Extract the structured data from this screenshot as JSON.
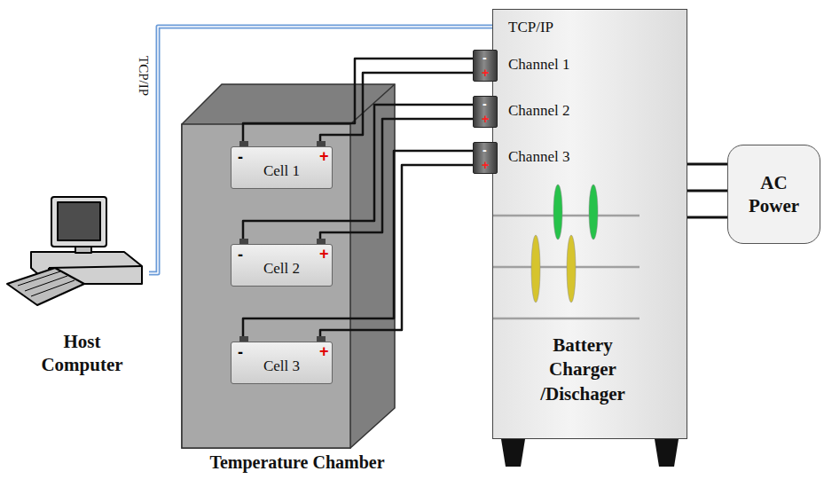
{
  "diagram": {
    "nodes": [
      {
        "text": [
          "Host Computer"
        ]
      },
      {
        "text": [
          "Temperature Chamber"
        ]
      },
      {
        "text": [
          "Cell 1"
        ],
        "in": 1
      },
      {
        "text": [
          "Cell 2"
        ],
        "in": 1
      },
      {
        "text": [
          "Cell 3"
        ],
        "in": 1
      },
      {
        "text": [
          "TCP/IP",
          "Battery Charger /Dischager"
        ]
      },
      {
        "text": [
          "Channel 1"
        ],
        "in": 5
      },
      {
        "text": [
          "Channel 2"
        ],
        "in": 5
      },
      {
        "text": [
          "Channel 3"
        ],
        "in": 5
      },
      {
        "text": [
          "AC Power"
        ]
      }
    ],
    "edges": [
      {
        "from": 0,
        "to": 5,
        "label": "TCP/IP",
        "arrow": "none"
      },
      {
        "from": 2,
        "to": 6,
        "arrow": "none"
      },
      {
        "from": 3,
        "to": 7,
        "arrow": "none"
      },
      {
        "from": 4,
        "to": 8,
        "arrow": "none"
      },
      {
        "from": 5,
        "to": 9,
        "arrow": "none"
      }
    ],
    "labels": [
      "-",
      "+",
      "-",
      "+",
      "-",
      "+",
      "-",
      "+",
      "-",
      "+",
      "-",
      "+"
    ]
  }
}
